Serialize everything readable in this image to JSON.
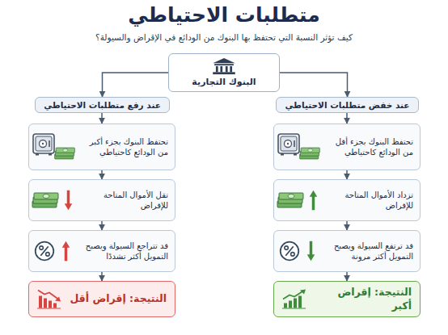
{
  "diagram": {
    "title": "متطلبات الاحتياطي",
    "nodes": [
      {
        "text": [
          "البنوك التجارية"
        ]
      },
      {
        "text": [
          "عند خفض متطلبات الاحتياطي"
        ]
      },
      {
        "text": [
          "عند رفع متطلبات الاحتياطي"
        ]
      },
      {
        "text": [
          "تحتفظ البنوك بجزء أقل من الودائع كاحتياطي"
        ]
      },
      {
        "text": [
          "تزداد الأموال المتاحة للإقراض"
        ]
      },
      {
        "text": [
          "قد ترتفع السيولة ويصبح التمويل أكثر مرونة"
        ]
      },
      {
        "text": [
          "النتيجة: إقراض أكبر"
        ]
      },
      {
        "text": [
          "تحتفظ البنوك بجزء أكبر من الودائع كاحتياطي"
        ]
      },
      {
        "text": [
          "تقل الأموال المتاحة للإقراض"
        ]
      },
      {
        "text": [
          "قد تتراجع السيولة ويصبح التمويل أكثر تشددًا"
        ]
      },
      {
        "text": [
          "النتيجة: إقراض أقل"
        ]
      }
    ],
    "edges": [
      {
        "from": 0,
        "to": 1,
        "arrow": "to"
      },
      {
        "from": 0,
        "to": 2,
        "arrow": "to"
      },
      {
        "from": 1,
        "to": 3,
        "arrow": "to"
      },
      {
        "from": 3,
        "to": 4,
        "arrow": "to"
      },
      {
        "from": 4,
        "to": 5,
        "arrow": "to"
      },
      {
        "from": 5,
        "to": 6,
        "arrow": "to"
      },
      {
        "from": 2,
        "to": 7,
        "arrow": "to"
      },
      {
        "from": 7,
        "to": 8,
        "arrow": "to"
      },
      {
        "from": 8,
        "to": 9,
        "arrow": "to"
      },
      {
        "from": 9,
        "to": 10,
        "arrow": "to"
      }
    ],
    "labels": [
      "كيف تؤثر النسبة التي تحتفظ بها البنوك من الودائع في الإقراض والسيولة؟"
    ]
  }
}
